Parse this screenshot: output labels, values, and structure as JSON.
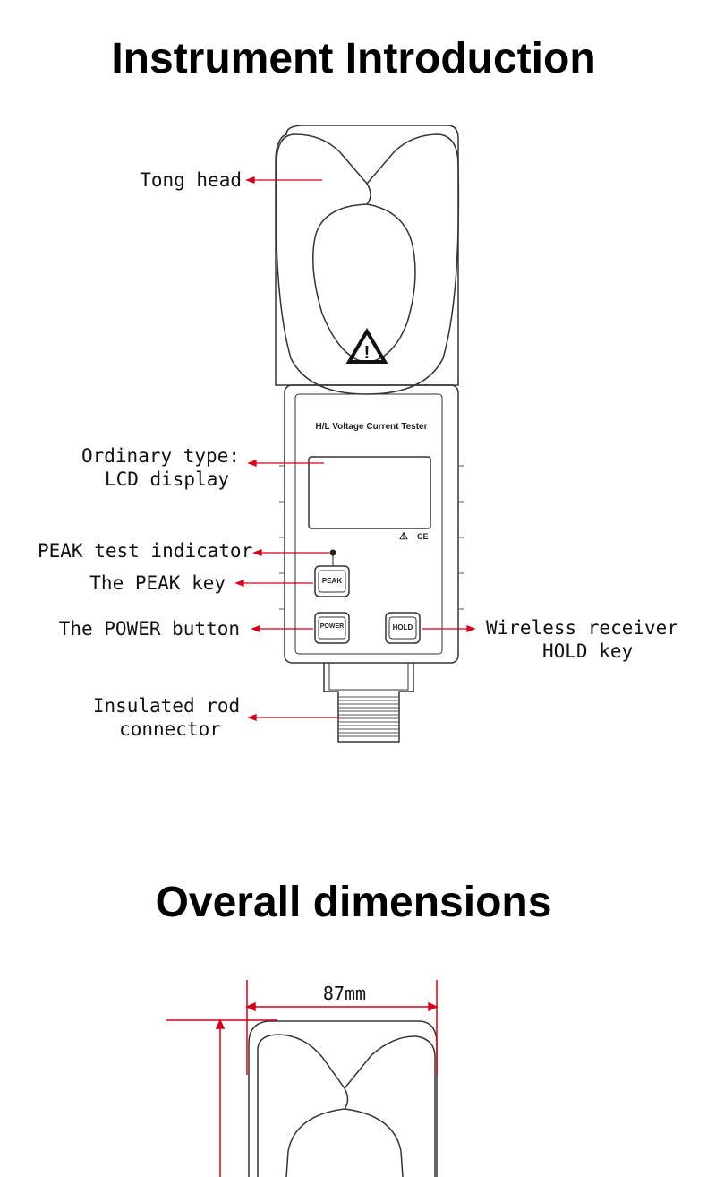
{
  "section1": {
    "title": "Instrument Introduction",
    "panel_label": "H/L Voltage Current Tester",
    "keys": {
      "peak": "PEAK",
      "power": "POWER",
      "hold": "HOLD"
    },
    "callouts": {
      "tong_head": "Tong head",
      "lcd_line1": "Ordinary type:",
      "lcd_line2": "LCD display",
      "peak_indicator": "PEAK test indicator",
      "peak_key": "The PEAK key",
      "power_button": "The POWER button",
      "wireless_line1": "Wireless receiver",
      "wireless_line2": "HOLD key",
      "rod_line1": "Insulated rod",
      "rod_line2": "connector"
    },
    "marks": {
      "ce": "CE",
      "warning": "⚠"
    }
  },
  "section2": {
    "title": "Overall dimensions",
    "width_dimension": "87mm"
  },
  "colors": {
    "leader": "#d0021b",
    "outline": "#333333",
    "text": "#111111"
  }
}
